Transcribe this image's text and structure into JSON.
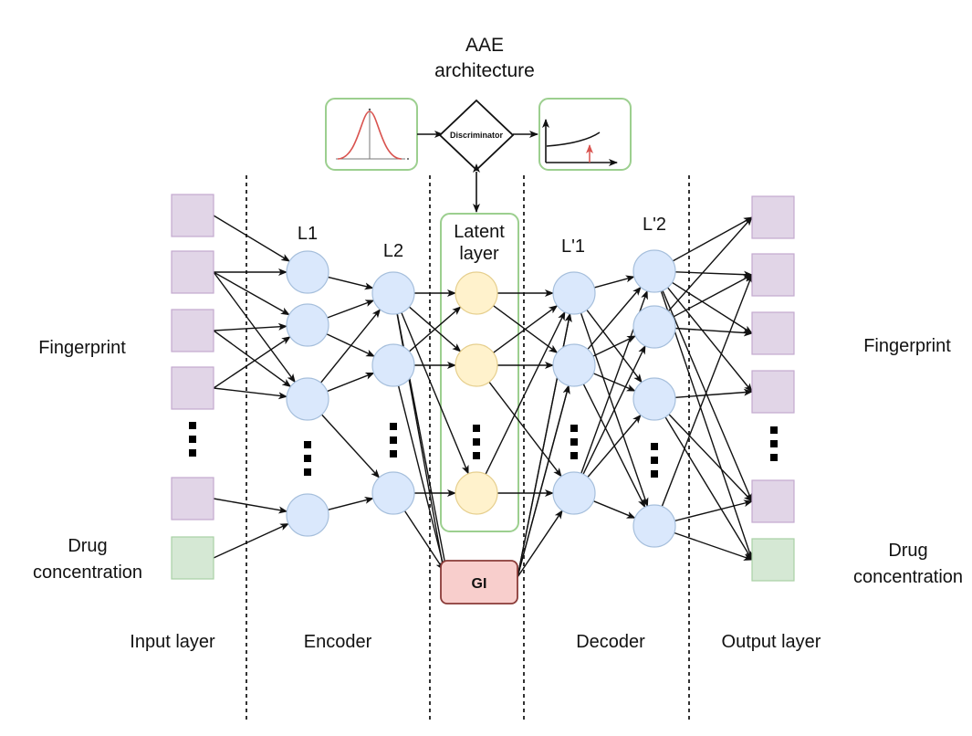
{
  "title": [
    "AAE",
    "architecture"
  ],
  "aae_panel": {
    "prior_box": "gaussian-distribution-icon",
    "discriminator_label": "Discriminator",
    "loss_box": "loss-curve-icon"
  },
  "side_labels": {
    "left_fingerprint": "Fingerprint",
    "left_drug": [
      "Drug",
      "concentration"
    ],
    "right_fingerprint": "Fingerprint",
    "right_drug": [
      "Drug",
      "concentration"
    ]
  },
  "layer_labels": {
    "L1": "L1",
    "L2": "L2",
    "latent": [
      "Latent",
      "layer"
    ],
    "Lp1": "L'1",
    "Lp2": "L'2"
  },
  "gi_label": "GI",
  "sections": [
    "Input layer",
    "Encoder",
    "Decoder",
    "Output layer"
  ],
  "colors": {
    "input_fingerprint": "#e1d5e7",
    "input_fingerprint_border": "#c3a9cf",
    "input_drug": "#d5e8d4",
    "input_drug_border": "#a9d0a5",
    "hidden_node": "#dae8fc",
    "hidden_node_border": "#a6bfdc",
    "latent_node": "#fff2cc",
    "latent_node_border": "#e6cf8e",
    "gi_fill": "#f8cecc",
    "gi_border": "#b85450",
    "green_box": "#9ccf8f",
    "gaussian_curve": "#d9534f",
    "arrow_up": "#d9534f"
  }
}
